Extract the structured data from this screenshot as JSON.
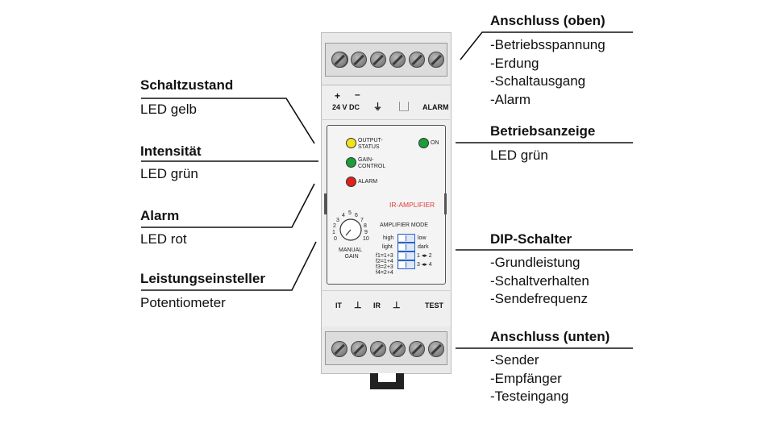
{
  "annotations": {
    "anschluss_oben": {
      "title": "Anschluss (oben)",
      "items": [
        "-Betriebsspannung",
        "-Erdung",
        "-Schaltausgang",
        "-Alarm"
      ]
    },
    "schaltzustand": {
      "title": "Schaltzustand",
      "text": "LED gelb"
    },
    "intensitaet": {
      "title": "Intensität",
      "text": "LED grün"
    },
    "alarm": {
      "title": "Alarm",
      "text": "LED rot"
    },
    "leistungseinsteller": {
      "title": "Leistungseinsteller",
      "text": "Potentiometer"
    },
    "betriebsanzeige": {
      "title": "Betriebsanzeige",
      "text": "LED grün"
    },
    "dip_schalter": {
      "title": "DIP-Schalter",
      "items": [
        "-Grundleistung",
        "-Schaltverhalten",
        "-Sendefrequenz"
      ]
    },
    "anschluss_unten": {
      "title": "Anschluss (unten)",
      "items": [
        "-Sender",
        "-Empfänger",
        "-Testeingang"
      ]
    }
  },
  "device": {
    "top_terminal": {
      "plus": "+",
      "minus": "–",
      "voltage": "24 V DC",
      "ground": "⏚",
      "switch": "⎿⏌",
      "alarm": "ALARM"
    },
    "bottom_terminal": {
      "it": "IT",
      "ground1": "⊥",
      "ir": "IR",
      "ground2": "⊥",
      "test": "TEST"
    },
    "leds": {
      "output_status": {
        "label_line1": "OUTPUT-",
        "label_line2": "STATUS",
        "color": "#f1e21a"
      },
      "gain_control": {
        "label_line1": "GAIN-",
        "label_line2": "CONTROL",
        "color": "#1a9e3a"
      },
      "alarm": {
        "label": "ALARM",
        "color": "#e0201c"
      },
      "on": {
        "label": "ON",
        "color": "#1a9e3a"
      }
    },
    "brand": "IR-AMPLIFIER",
    "brand_color": "#e03a3a",
    "dial": {
      "numbers": [
        "0",
        "1",
        "2",
        "3",
        "4",
        "5",
        "6",
        "7",
        "8",
        "9",
        "10"
      ],
      "label_line1": "MANUAL",
      "label_line2": "GAIN"
    },
    "amplifier_mode": {
      "title": "AMPLIFIER MODE",
      "left": [
        "high",
        "light",
        "f1=1+3",
        "f2=1+4",
        "f3=2+3",
        "f4=2+4"
      ],
      "right": [
        "low",
        "dark",
        "1 ◂▸ 2",
        "3 ◂▸ 4"
      ]
    }
  }
}
